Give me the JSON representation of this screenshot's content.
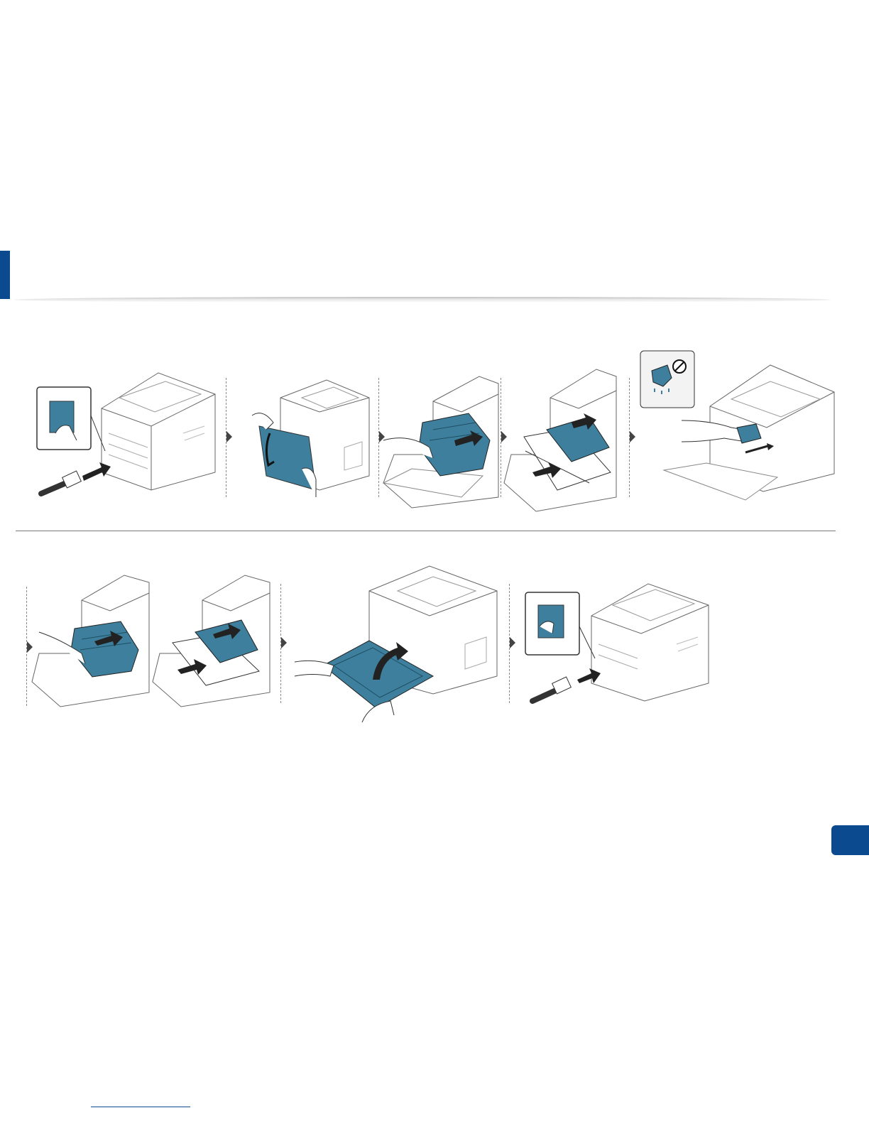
{
  "page": {
    "accent_color": "#0b4a8e",
    "illustration_blue": "#3d7f9c",
    "line_color": "#5a5a5a"
  },
  "steps": [
    {
      "id": 1,
      "icon": "unplug-power-cord-illustration"
    },
    {
      "id": 2,
      "icon": "open-front-cover-illustration"
    },
    {
      "id": 3,
      "icon": "remove-toner-cartridge-illustration"
    },
    {
      "id": 4,
      "icon": "remove-imaging-unit-illustration"
    },
    {
      "id": 5,
      "icon": "wipe-inside-with-dry-cloth-illustration"
    },
    {
      "id": 6,
      "icon": "insert-toner-cartridge-illustration"
    },
    {
      "id": 7,
      "icon": "insert-imaging-unit-illustration"
    },
    {
      "id": 8,
      "icon": "close-front-cover-illustration"
    },
    {
      "id": 9,
      "icon": "plug-power-cord-illustration"
    }
  ]
}
